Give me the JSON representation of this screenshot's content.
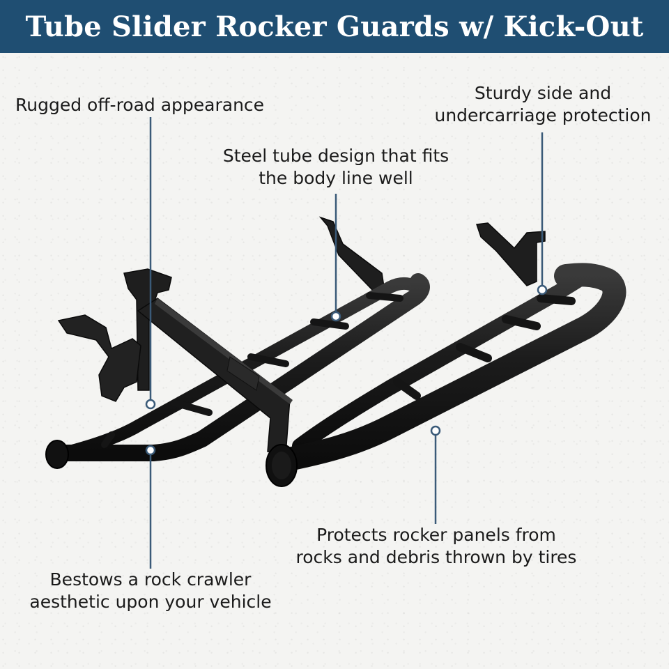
{
  "banner": {
    "title": "Tube Slider Rocker Guards w/ Kick-Out"
  },
  "callouts": {
    "rugged": "Rugged off-road appearance",
    "sturdy_1": "Sturdy side and",
    "sturdy_2": "undercarriage protection",
    "steel_1": "Steel tube design that fits",
    "steel_2": "the body line well",
    "protects_1": "Protects rocker panels from",
    "protects_2": "rocks and debris thrown by tires",
    "bestows_1": "Bestows a rock crawler",
    "bestows_2": "aesthetic upon your vehicle"
  },
  "colors": {
    "banner": "#1f4e72",
    "callout_line": "#3a5a78",
    "product": "#1b1b1b"
  }
}
